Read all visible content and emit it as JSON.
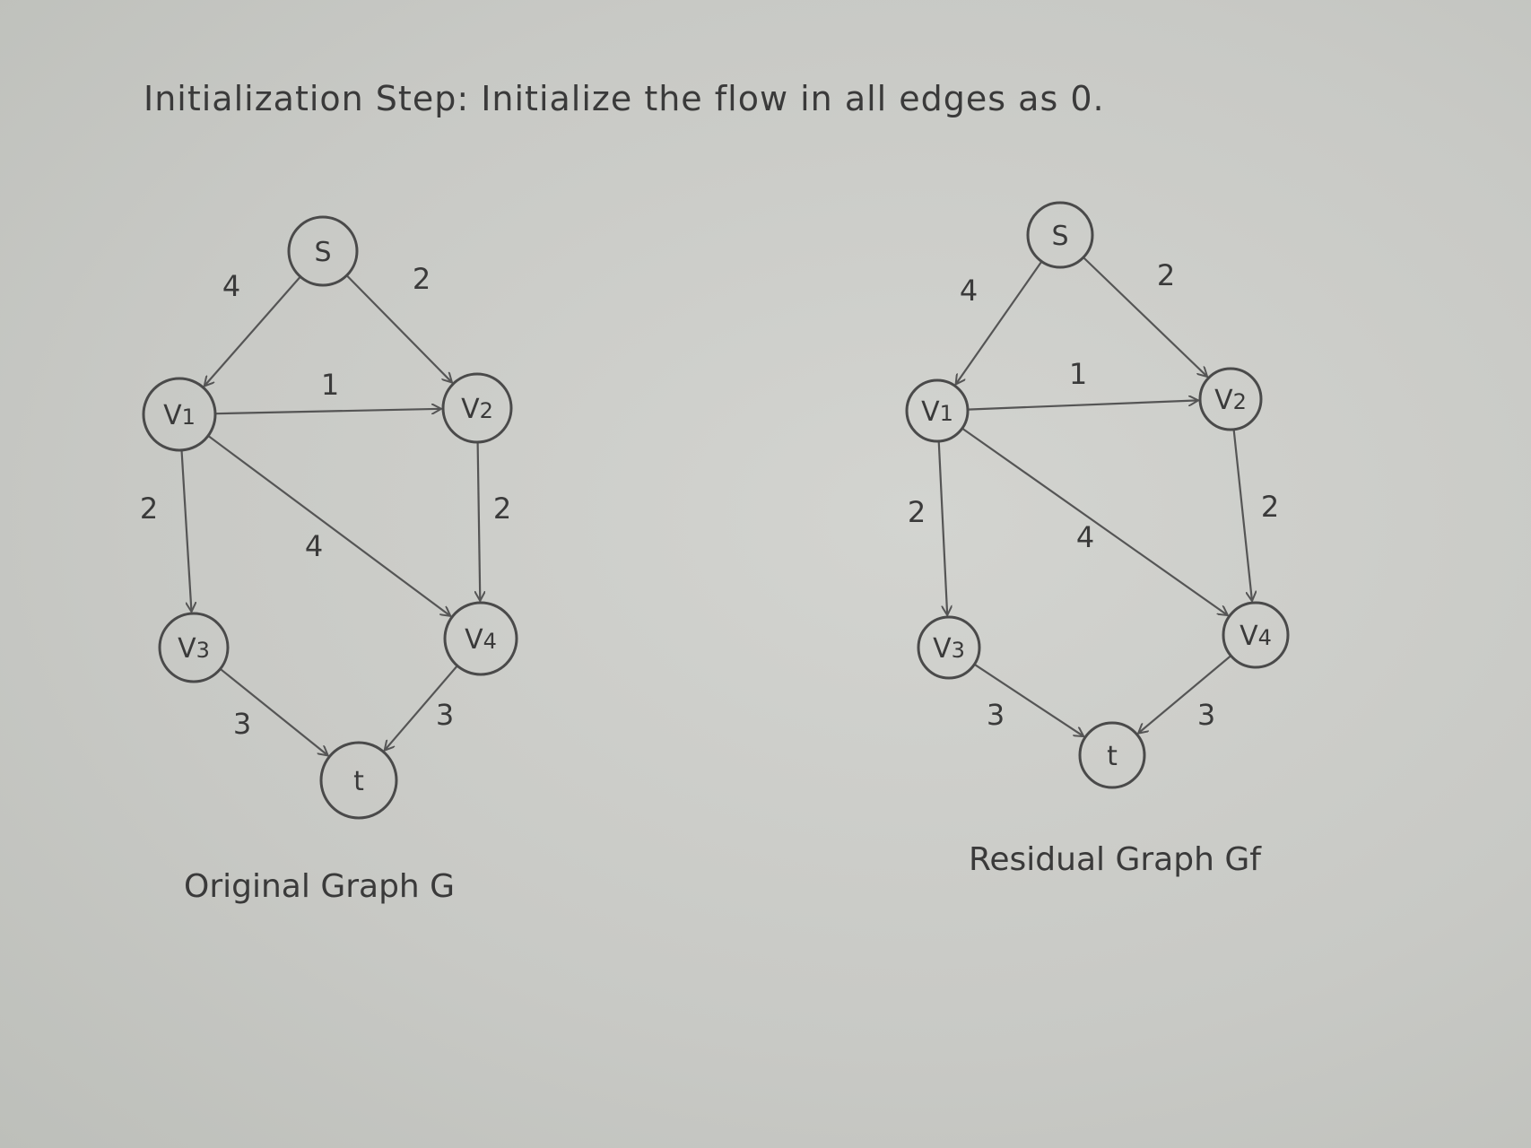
{
  "title": "Initialization Step: Initialize the flow in all edges as 0.",
  "graphs": [
    {
      "caption": "Original Graph G",
      "nodes": [
        {
          "id": "s",
          "label": "S"
        },
        {
          "id": "v1",
          "label": "V1"
        },
        {
          "id": "v2",
          "label": "V2"
        },
        {
          "id": "v3",
          "label": "V3"
        },
        {
          "id": "v4",
          "label": "V4"
        },
        {
          "id": "t",
          "label": "t"
        }
      ],
      "edges": [
        {
          "from": "s",
          "to": "v1",
          "weight": "4"
        },
        {
          "from": "s",
          "to": "v2",
          "weight": "2"
        },
        {
          "from": "v1",
          "to": "v2",
          "weight": "1"
        },
        {
          "from": "v1",
          "to": "v3",
          "weight": "2"
        },
        {
          "from": "v1",
          "to": "v4",
          "weight": "4"
        },
        {
          "from": "v2",
          "to": "v4",
          "weight": "2"
        },
        {
          "from": "v3",
          "to": "t",
          "weight": "3"
        },
        {
          "from": "v4",
          "to": "t",
          "weight": "3"
        }
      ]
    },
    {
      "caption": "Residual Graph Gf",
      "nodes": [
        {
          "id": "s",
          "label": "S"
        },
        {
          "id": "v1",
          "label": "V1"
        },
        {
          "id": "v2",
          "label": "V2"
        },
        {
          "id": "v3",
          "label": "V3"
        },
        {
          "id": "v4",
          "label": "V4"
        },
        {
          "id": "t",
          "label": "t"
        }
      ],
      "edges": [
        {
          "from": "s",
          "to": "v1",
          "weight": "4"
        },
        {
          "from": "s",
          "to": "v2",
          "weight": "2"
        },
        {
          "from": "v1",
          "to": "v2",
          "weight": "1"
        },
        {
          "from": "v1",
          "to": "v3",
          "weight": "2"
        },
        {
          "from": "v1",
          "to": "v4",
          "weight": "4"
        },
        {
          "from": "v2",
          "to": "v4",
          "weight": "2"
        },
        {
          "from": "v3",
          "to": "t",
          "weight": "3"
        },
        {
          "from": "v4",
          "to": "t",
          "weight": "3"
        }
      ]
    }
  ]
}
